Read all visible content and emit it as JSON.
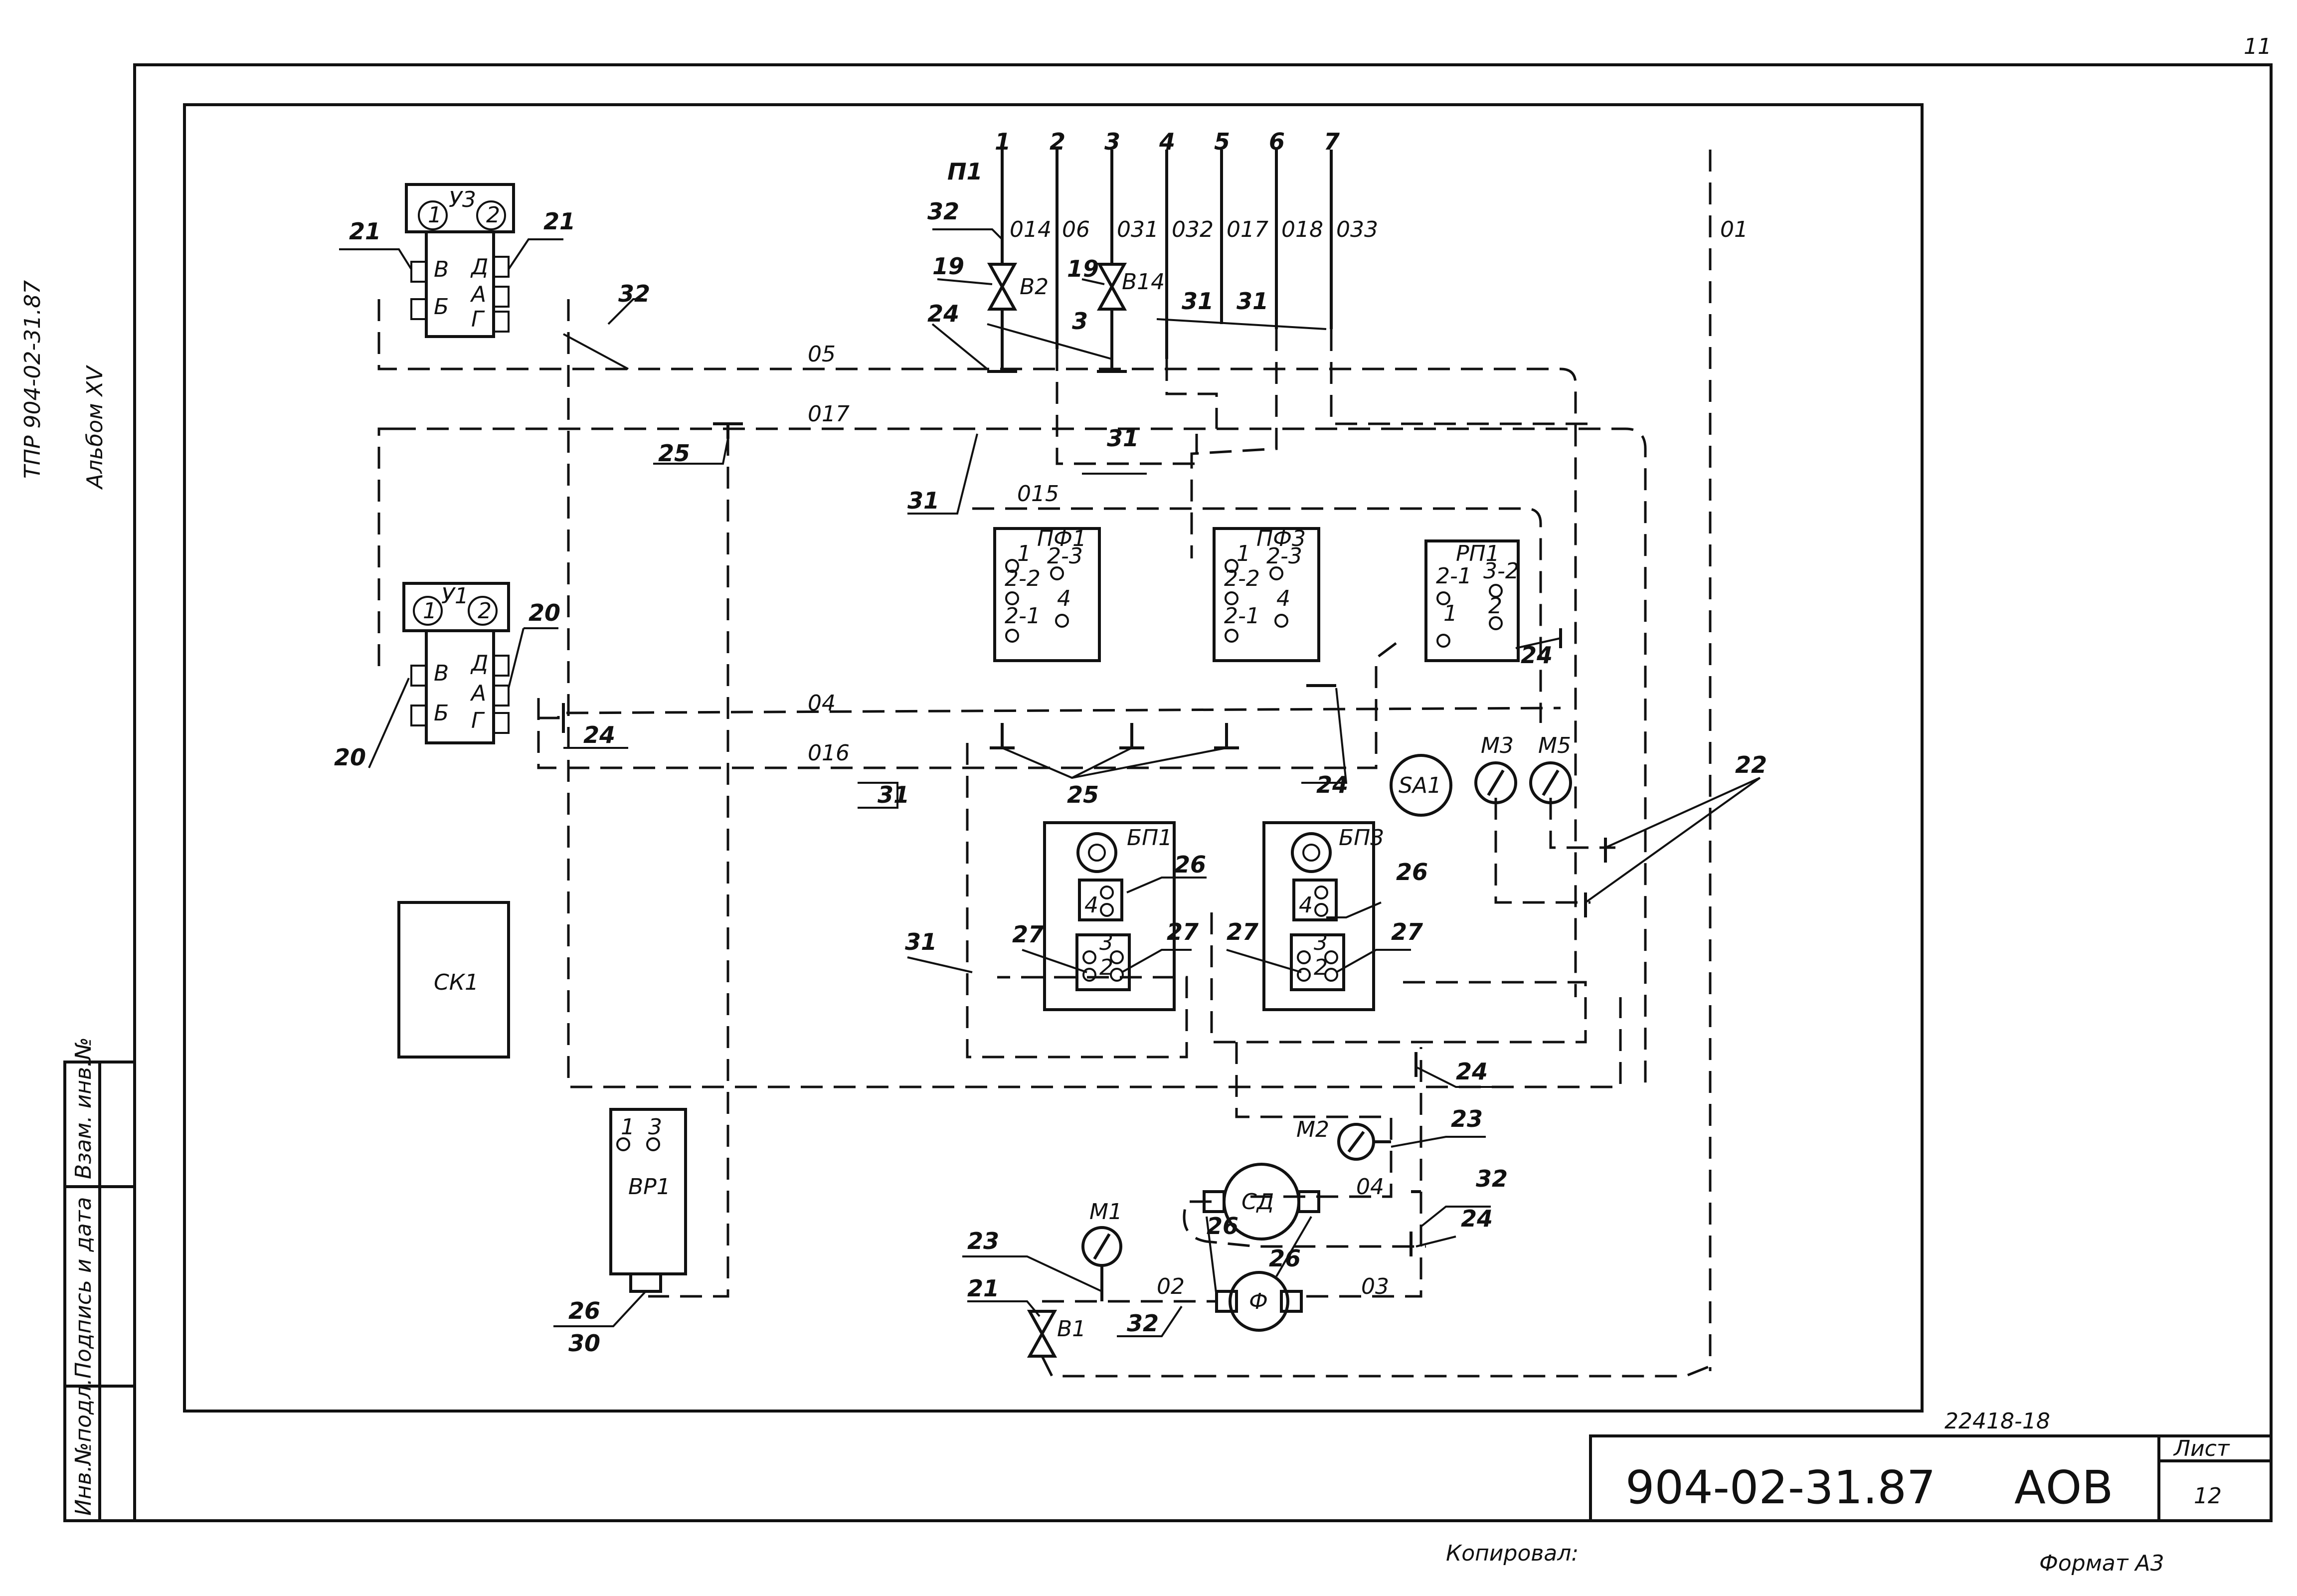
{
  "page_number": "11",
  "side_text": {
    "doc_ref": "ТПР 904-02-31.87",
    "album": "Альбом XV"
  },
  "stamp_columns": [
    "Инв.№подл.",
    "Подпись и дата",
    "Взам. инв.№"
  ],
  "title_block": {
    "code": "904-02-31.87",
    "section": "АОВ",
    "sheet_label": "Лист",
    "sheet": "12",
    "handwritten_no": "22418-18"
  },
  "footer": {
    "copied": "Копировал:",
    "format": "Формат А3"
  },
  "risers": [
    {
      "num": "1",
      "code": "014"
    },
    {
      "num": "2",
      "code": "06"
    },
    {
      "num": "3",
      "code": "031"
    },
    {
      "num": "4",
      "code": "032"
    },
    {
      "num": "5",
      "code": "017"
    },
    {
      "num": "6",
      "code": "018"
    },
    {
      "num": "7",
      "code": "033"
    }
  ],
  "labels": {
    "p1": "П1",
    "v2": "В2",
    "v14": "В14",
    "v1": "В1",
    "pipe_01": "01",
    "pipe_05": "05",
    "pipe_017": "017",
    "pipe_015": "015",
    "pipe_04": "04",
    "pipe_016": "016",
    "pipe_02": "02",
    "pipe_03": "03",
    "pipe_04b": "04",
    "n3": "3",
    "n19a": "19",
    "n19b": "19",
    "n32a": "32",
    "n32b": "32",
    "n32c": "32",
    "n32d": "32",
    "n24a": "24",
    "n24b": "24",
    "n24c": "24",
    "n24d": "24",
    "n24e": "24",
    "n24f": "24",
    "n31a": "31",
    "n31b": "31",
    "n31c": "31",
    "n31d": "31",
    "n31e": "31",
    "n31f": "31",
    "n21a": "21",
    "n21b": "21",
    "n21c": "21",
    "n20a": "20",
    "n20b": "20",
    "n25a": "25",
    "n25b": "25",
    "n22": "22",
    "n26a": "26",
    "n26b": "26",
    "n26c": "26",
    "n26d": "26",
    "n26e": "26",
    "n27a": "27",
    "n27b": "27",
    "n27c": "27",
    "n27d": "27",
    "n23a": "23",
    "n23b": "23",
    "n30": "30"
  },
  "devices": {
    "u3": "У3",
    "u1": "У1",
    "pf1": "ПФ1",
    "pf3": "ПФ3",
    "rp1": "РП1",
    "bp1": "БП1",
    "bp3": "БП3",
    "sa1": "SA1",
    "m3": "М3",
    "m5": "М5",
    "m2": "М2",
    "m1": "М1",
    "ck1": "СК1",
    "vr1": "ВР1",
    "sd": "СД",
    "f": "Ф"
  },
  "port_labels": {
    "v": "В",
    "b": "Б",
    "a": "А",
    "d": "Д",
    "g": "Г",
    "c1": "1",
    "c2": "2",
    "c3": "3",
    "c4": "4",
    "c2_1": "2-1",
    "c2_2": "2-2",
    "c2_3": "2-3",
    "c3_2": "3-2"
  }
}
